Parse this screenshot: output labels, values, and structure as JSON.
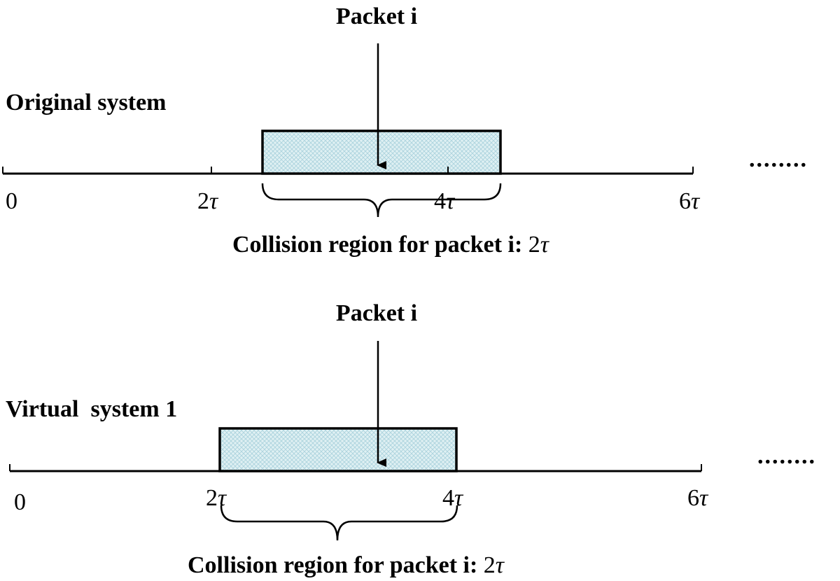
{
  "panels": [
    {
      "system_label": "Original system",
      "packet_label": "Packet i",
      "tick_labels": [
        {
          "num": "0",
          "tau": ""
        },
        {
          "num": "2",
          "tau": "τ"
        },
        {
          "num": "4",
          "tau": "τ"
        },
        {
          "num": "6",
          "tau": "τ"
        }
      ],
      "caption_bold": "Collision region for packet i: ",
      "caption_value_num": "2",
      "caption_value_tau": "τ",
      "continuation": "........"
    },
    {
      "system_label": "Virtual  system 1",
      "packet_label": "Packet i",
      "tick_labels": [
        {
          "num": "0",
          "tau": ""
        },
        {
          "num": "2",
          "tau": "τ"
        },
        {
          "num": "4",
          "tau": "τ"
        },
        {
          "num": "6",
          "tau": "τ"
        }
      ],
      "caption_bold": "Collision region for packet i: ",
      "caption_value_num": "2",
      "caption_value_tau": "τ",
      "continuation": "........"
    }
  ],
  "colors": {
    "box_fill": "#dff0f3",
    "hatch": "#a9d2dc",
    "stroke": "#000000"
  }
}
